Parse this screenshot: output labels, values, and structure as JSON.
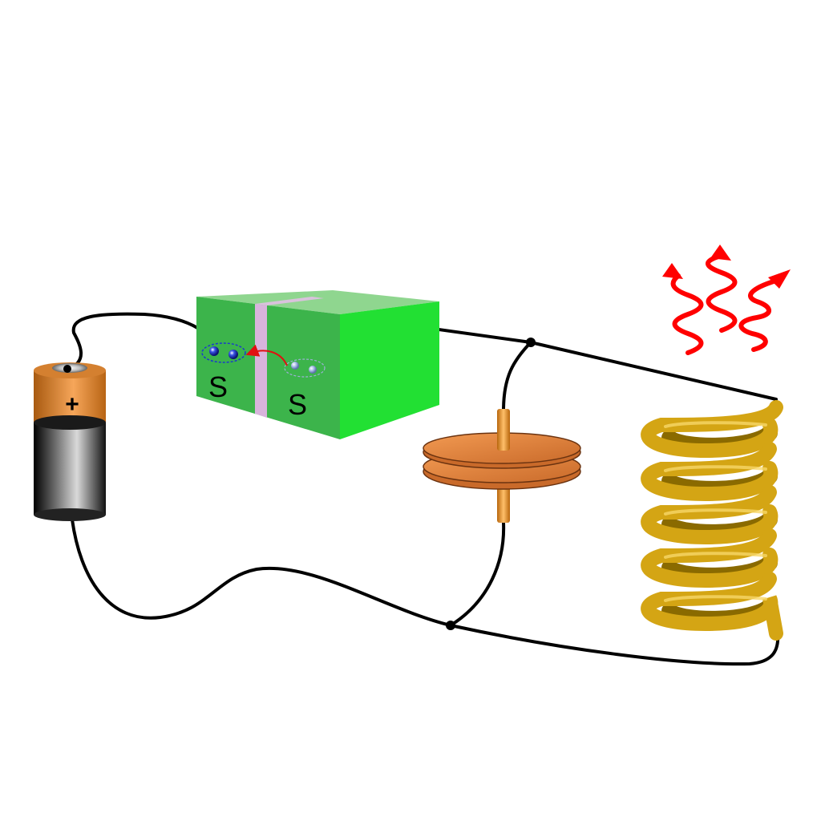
{
  "battery": {
    "polarity_label": "+",
    "colors": {
      "top": "#e48a2a",
      "bottom": "#111111",
      "cap": "#9a9a9a"
    }
  },
  "junction": {
    "left_label": "S",
    "right_label": "S",
    "colors": {
      "box": "#2ecc40",
      "barrier": "#d8b4dc",
      "pair_left": "#2233cc",
      "pair_right": "#8fa6d8",
      "arrow": "#e01010"
    }
  },
  "capacitor": {
    "color": "#e0843a",
    "terminal": "#e8901e"
  },
  "coil": {
    "color": "#d4a514",
    "turns": 5
  },
  "radiation": {
    "color": "#ff0000",
    "count": 3
  },
  "wire": {
    "color": "#000000"
  }
}
